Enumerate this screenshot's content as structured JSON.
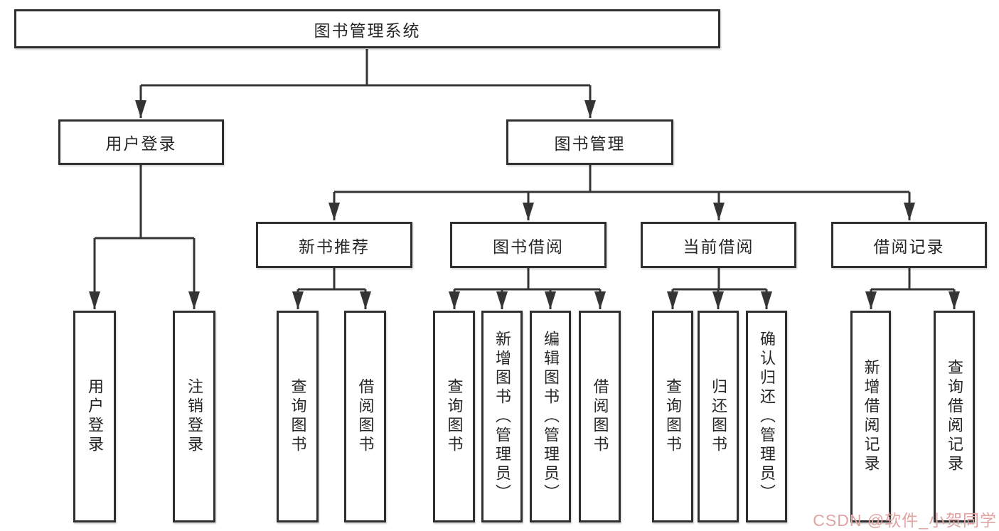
{
  "colors": {
    "line": "#343434",
    "box-border": "#2f2f2f",
    "box-bg": "#ffffff",
    "text": "#262626",
    "background": "#ffffff",
    "watermark": "#e2a4a2"
  },
  "watermark": {
    "text": "CSDN @软件_小贺同学"
  },
  "tree": {
    "label": "图书管理系统",
    "children": [
      {
        "label": "用户登录",
        "children": [
          {
            "label": "用户登录"
          },
          {
            "label": "注销登录"
          }
        ]
      },
      {
        "label": "图书管理",
        "children": [
          {
            "label": "新书推荐",
            "children": [
              {
                "label": "查询图书"
              },
              {
                "label": "借阅图书"
              }
            ]
          },
          {
            "label": "图书借阅",
            "children": [
              {
                "label": "查询图书"
              },
              {
                "label": "新增图书（管理员）"
              },
              {
                "label": "编辑图书（管理员）"
              },
              {
                "label": "借阅图书"
              }
            ]
          },
          {
            "label": "当前借阅",
            "children": [
              {
                "label": "查询图书"
              },
              {
                "label": "归还图书"
              },
              {
                "label": "确认归还（管理员）"
              }
            ]
          },
          {
            "label": "借阅记录",
            "children": [
              {
                "label": "新增借阅记录"
              },
              {
                "label": "查询借阅记录"
              }
            ]
          }
        ]
      }
    ]
  }
}
